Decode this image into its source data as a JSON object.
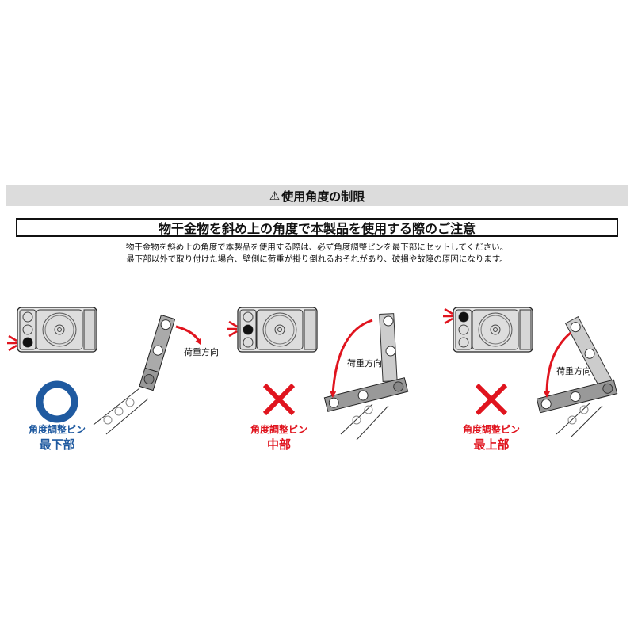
{
  "header": {
    "warning_icon": "⚠",
    "title": "使用角度の制限"
  },
  "subtitle": "物干金物を斜め上の角度で本製品を使用する際のご注意",
  "description": [
    "物干金物を斜め上の角度で本製品を使用する際は、必ず角度調整ピンを最下部にセットしてください。",
    "最下部以外で取り付けた場合、壁側に荷重が掛り倒れるおそれがあり、破損や故障の原因になります。"
  ],
  "colors": {
    "ok": "#1f5aa0",
    "ng": "#e0141e",
    "arrow": "#e0141e"
  },
  "panels": [
    {
      "verdict": "ok",
      "symbol": "circle-icon",
      "caption1": "角度調整ピン",
      "caption2": "最下部",
      "load_label": "荷重方向"
    },
    {
      "verdict": "ng",
      "symbol": "cross-icon",
      "caption1": "角度調整ピン",
      "caption2": "中部",
      "load_label": "荷重方向"
    },
    {
      "verdict": "ng",
      "symbol": "cross-icon",
      "caption1": "角度調整ピン",
      "caption2": "最上部",
      "load_label": "荷重方向"
    }
  ]
}
